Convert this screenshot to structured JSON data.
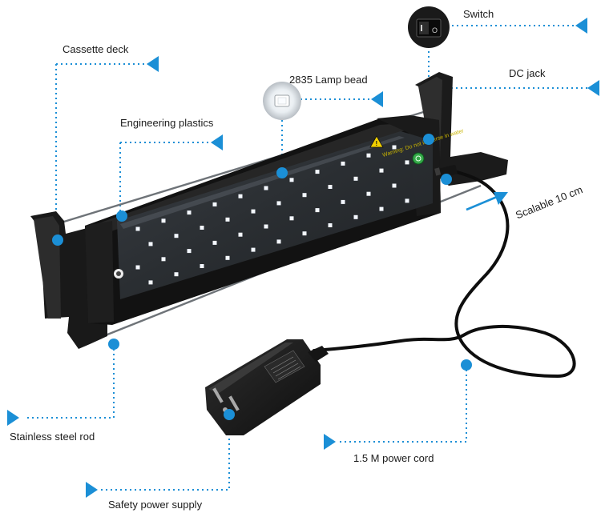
{
  "callouts": {
    "switch": "Switch",
    "cassette_deck": "Cassette deck",
    "dc_jack": "DC jack",
    "lamp_bead": "2835 Lamp bead",
    "engineering_plastics": "Engineering plastics",
    "scalable": "Scalable 10 cm",
    "stainless_steel_rod": "Stainless steel rod",
    "power_cord": "1.5 M power cord",
    "safety_power_supply": "Safety power supply"
  },
  "device": {
    "warning_text": "Warning: Do not immerse in water"
  },
  "colors": {
    "accent": "#1b8fd6",
    "led_body": "#1c1c1c",
    "led_white": "#f4f8ff"
  },
  "icons": [
    "warning-triangle-icon",
    "power-logo-icon",
    "brand-logo-icon"
  ]
}
